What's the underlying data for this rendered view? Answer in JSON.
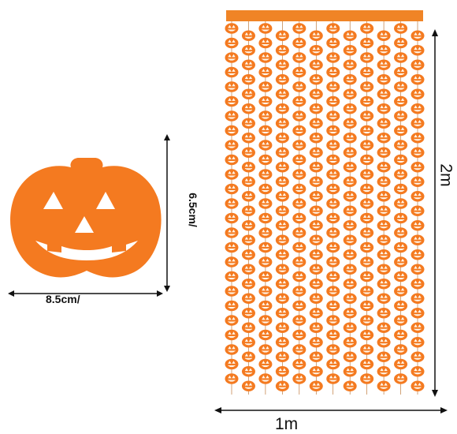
{
  "product": {
    "single_piece": {
      "width_label": "8.5cm/",
      "height_label": "6.5cm/"
    },
    "curtain": {
      "width_label": "1m",
      "height_label": "2m"
    }
  },
  "colors": {
    "pumpkin": "#f47a20",
    "pumpkin_dark": "#e2670f",
    "rod": "#f08426",
    "dimension_line": "#111111",
    "background": "#ffffff"
  },
  "icons": {
    "single_piece": "jack-o-lantern-icon",
    "curtain_piece": "mini-jack-o-lantern-icon"
  }
}
